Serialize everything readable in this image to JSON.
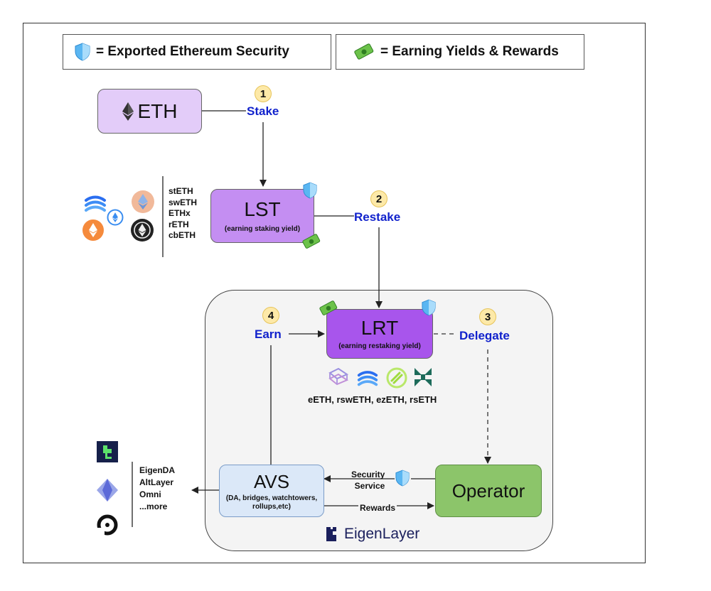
{
  "legend": {
    "security_text": "= Exported Ethereum Security",
    "yield_text": "= Earning Yields & Rewards"
  },
  "steps": {
    "stake": {
      "number": "1",
      "label": "Stake"
    },
    "restake": {
      "number": "2",
      "label": "Restake"
    },
    "delegate": {
      "number": "3",
      "label": "Delegate"
    },
    "earn": {
      "number": "4",
      "label": "Earn"
    }
  },
  "nodes": {
    "eth": {
      "title": "ETH"
    },
    "lst": {
      "title": "LST",
      "subtitle": "(earning staking yield)"
    },
    "lrt": {
      "title": "LRT",
      "subtitle": "(earning restaking yield)"
    },
    "avs": {
      "title": "AVS",
      "subtitle": "(DA, bridges, watchtowers, rollups,etc)"
    },
    "operator": {
      "title": "Operator"
    }
  },
  "lst_tokens": [
    "stETH",
    "swETH",
    "ETHx",
    "rETH",
    "cbETH"
  ],
  "lrt_tokens": "eETH, rswETH, ezETH, rsETH",
  "avs_list": [
    "EigenDA",
    "AltLayer",
    "Omni",
    "...more"
  ],
  "edge_labels": {
    "security_service": [
      "Security",
      "Service"
    ],
    "rewards": "Rewards"
  },
  "eigenlayer": {
    "brand": "EigenLayer"
  },
  "colors": {
    "eth_fill": "#e3ccf9",
    "lst_fill": "#c48ef2",
    "lrt_fill": "#a855ec",
    "avs_fill": "#dbe8f8",
    "operator_fill": "#8cc56a",
    "label_blue": "#1122cc",
    "container_fill": "#f4f4f4"
  },
  "icons": [
    "shield-icon",
    "money-icon",
    "ethereum-icon",
    "lido-icon",
    "swell-icon",
    "etherfi-icon",
    "renzo-icon",
    "kelp-icon",
    "eigenda-icon",
    "altlayer-icon",
    "omni-icon",
    "eigenlayer-logo-icon"
  ]
}
